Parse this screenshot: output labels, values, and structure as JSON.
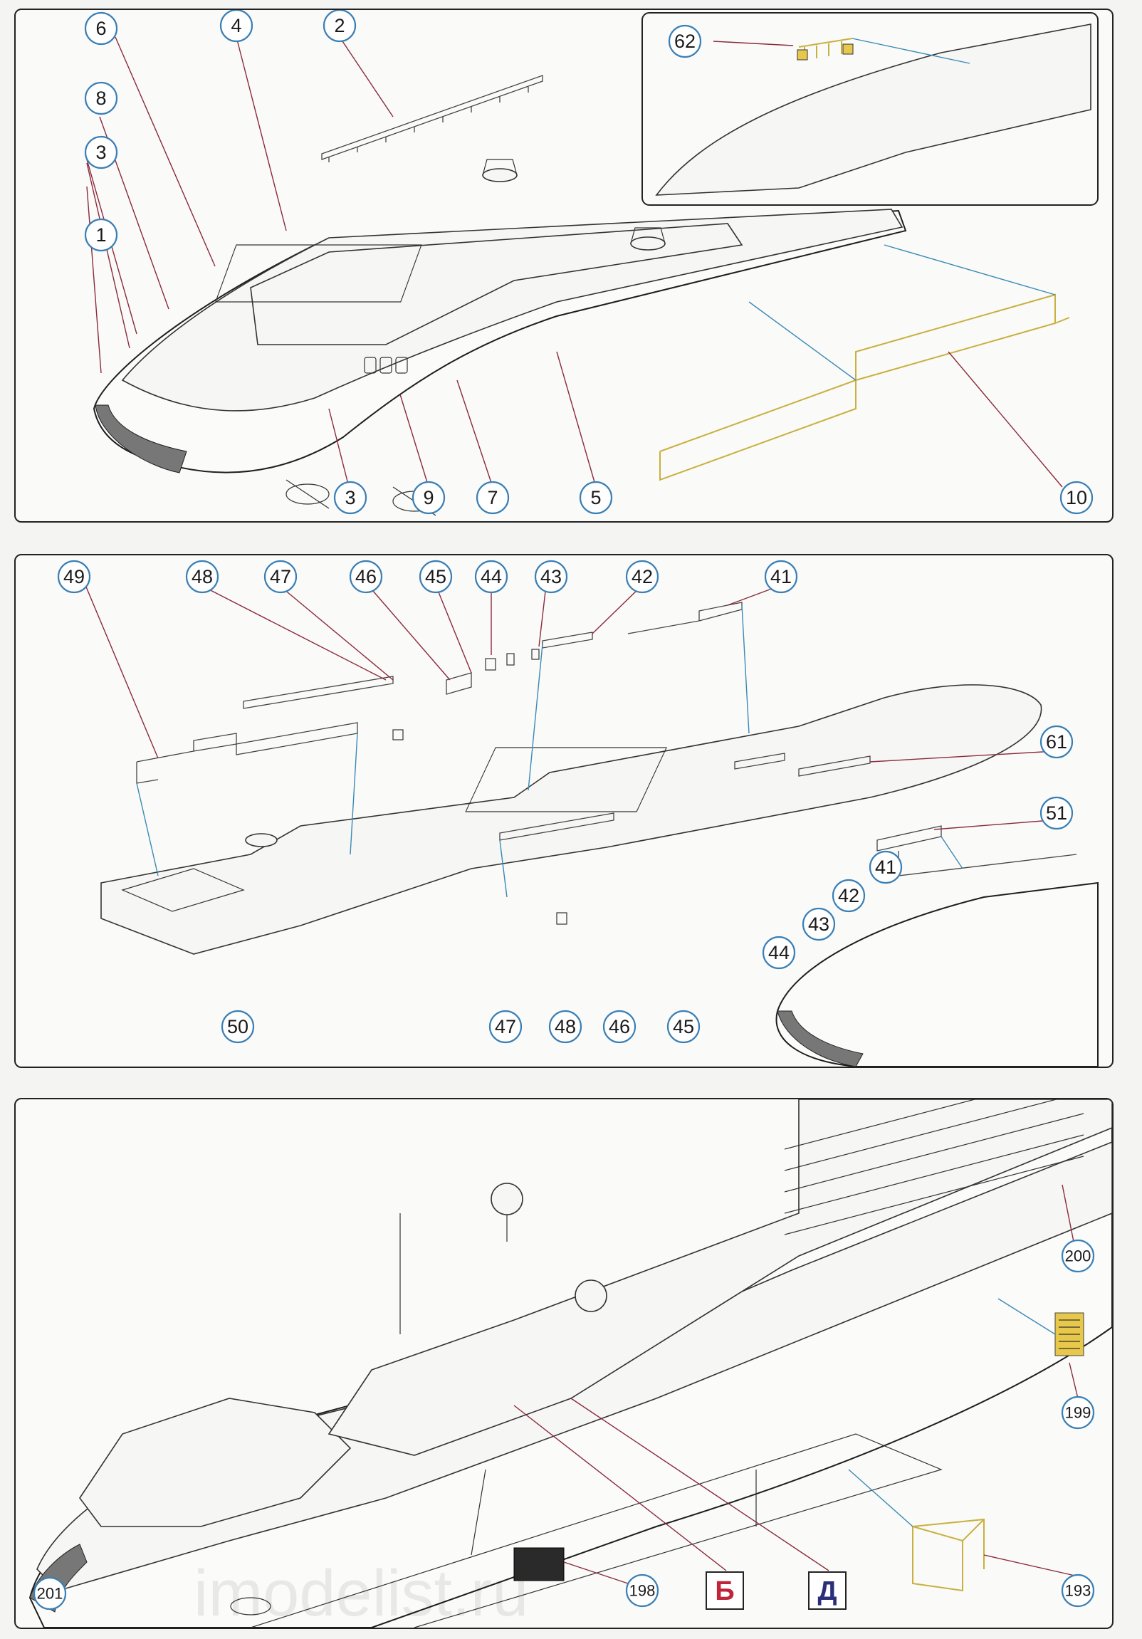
{
  "panel1": {
    "callouts": [
      "1",
      "2",
      "3",
      "3",
      "4",
      "5",
      "6",
      "7",
      "8",
      "9",
      "10",
      "62"
    ]
  },
  "panel2": {
    "callouts_top": [
      "49",
      "48",
      "47",
      "46",
      "45",
      "44",
      "43",
      "42",
      "41"
    ],
    "callouts_right": [
      "61",
      "51",
      "41",
      "42",
      "43",
      "44"
    ],
    "callouts_bottom": [
      "50",
      "47",
      "48",
      "46",
      "45"
    ]
  },
  "panel3": {
    "callouts": [
      "200",
      "199",
      "193",
      "198",
      "201"
    ],
    "letters": [
      "Б",
      "Д"
    ],
    "letter_colors": {
      "Б": "#c0243a",
      "Д": "#2b2f7a"
    }
  },
  "watermark": "imodelist.ru"
}
